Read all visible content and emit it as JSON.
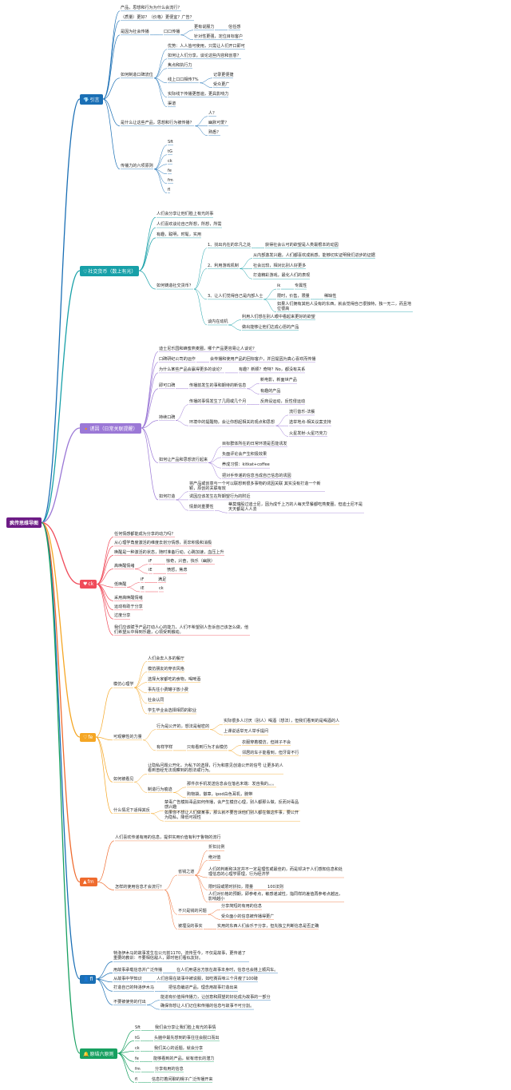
{
  "root": "疯传思维导图",
  "branches": [
    {
      "id": "b1",
      "icon": "gem-icon",
      "glyph": "💎",
      "label": "引言",
      "color": "#1a6fb5",
      "children": [
        {
          "text": "产品，思想和行为为什么会流行？"
        },
        {
          "text": "（质量）更好？（价格）更便宜？广告？"
        },
        {
          "text": "是因为社会传播",
          "children": [
            {
              "text": "口口传播",
              "children": [
                {
                  "text": "更有说服力",
                  "children": [
                    {
                      "text": "信任感"
                    }
                  ]
                },
                {
                  "text": "针对性更强，定位目标客户"
                }
              ]
            }
          ]
        },
        {
          "text": "如何制造口碑流位",
          "children": [
            {
              "text": "优势：人人皆可使用，只需让人们开口即可"
            },
            {
              "text": "如何让人们分享，谈论这些内容和创意？"
            },
            {
              "text": "焦点和执行力"
            },
            {
              "text": "线上口口相传7%",
              "children": [
                {
                  "text": "记录更便捷"
                },
                {
                  "text": "受众更广"
                }
              ]
            },
            {
              "text": "实际线下传播更普遍，更具影响力"
            },
            {
              "text": "渠道"
            }
          ]
        },
        {
          "text": "是什么让这些产品，思想和行为被传播？",
          "children": [
            {
              "text": "人？"
            },
            {
              "text": "幽默可爱？"
            },
            {
              "text": "熟悉？"
            }
          ]
        },
        {
          "text": "传播力的六项原则",
          "children": [
            {
              "text": "Sft"
            },
            {
              "text": "tG"
            },
            {
              "text": "ck"
            },
            {
              "text": "fe"
            },
            {
              "text": "fm"
            },
            {
              "text": "fl"
            }
          ]
        }
      ]
    },
    {
      "id": "b2",
      "icon": "heart-icon",
      "glyph": "♡",
      "label": "社交货币（数上有光）",
      "color": "#17a0a8",
      "children": [
        {
          "text": "人们会分享让他们脸上有光的事"
        },
        {
          "text": "人们喜欢谈论自己所想，所想，所需"
        },
        {
          "text": "有趣，聪明，时髦，实用"
        },
        {
          "text": "如何铸造社交货币？",
          "children": [
            {
              "text": "1、找出内在的非凡之处",
              "children": [
                {
                  "text": "获得社会认可的欲望是人类最根本的动因"
                }
              ]
            },
            {
              "text": "2、利用游戏机制",
              "children": [
                {
                  "text": "从内部激发兴趣，人们都喜欢成就感，能够切实证明我们进步的证据"
                },
                {
                  "text": "社会比较，相对比别人好更多"
                },
                {
                  "text": "打造精彩游戏，最化人们的表现"
                }
              ]
            },
            {
              "text": "3、让人们觉得自己是内部人士",
              "children": [
                {
                  "text": "ik",
                  "children": [
                    {
                      "text": "专属性"
                    }
                  ]
                },
                {
                  "text": "限时，价售，限量",
                  "children": [
                    {
                      "text": "稀缺性"
                    }
                  ]
                },
                {
                  "text": "如果人们拥有其他人没有的东西，就会觉得自己很独特，独一无二，而且地位很高"
                }
              ]
            },
            {
              "text": "谈内在动机",
              "children": [
                {
                  "text": "利用人们想在别人眼中看起来更好的欲望"
                },
                {
                  "text": "做出能够让他们达成心愿的产品"
                }
              ]
            }
          ]
        }
      ]
    },
    {
      "id": "b3",
      "icon": "trigger-icon",
      "glyph": "🔸",
      "label": "诱因（日常关联提醒）",
      "color": "#9b78d6",
      "children": [
        {
          "text": "迪士尼乐园和蜂蜜燕麦圈，哪个产品更容易让人谈论？"
        },
        {
          "text": "口碑研纪公司的运作",
          "children": [
            {
              "text": "会传播和使用产品的回标客户，并且提因为真心喜欢而传播"
            }
          ]
        },
        {
          "text": "为什么某些产品会赢得更多的谈论？",
          "children": [
            {
              "text": "有趣？新颖？奇特？No，都没有关系"
            }
          ]
        },
        {
          "text": "即可口碑",
          "children": [
            {
              "text": "传播前发生的事和期待的新信息",
              "children": [
                {
                  "text": "新电影，新面世产品"
                },
                {
                  "text": "有趣的产品"
                }
              ]
            }
          ]
        },
        {
          "text": "持续口碑",
          "children": [
            {
              "text": "传播的事情发生了几周或几个月",
              "children": [
                {
                  "text": "反商设运动，反性侵运动"
                }
              ]
            },
            {
              "text": "环境中的提醒物，会让你想起相关的观点和思想",
              "children": [
                {
                  "text": "流行音乐-法餐"
                },
                {
                  "text": "选举地点-相关议案支持"
                },
                {
                  "text": "火星发射-火星巧克力"
                }
              ]
            }
          ]
        },
        {
          "text": "如何让产品和思想流行起来",
          "children": [
            {
              "text": "目标群体所在的日常环境是否能诱发"
            },
            {
              "text": "负面评论会产生积极效果"
            },
            {
              "text": "养成习惯：kitkat+coffee"
            },
            {
              "text": "把对手传递的信息当成自己信息的诱因"
            }
          ]
        },
        {
          "text": "如何打造",
          "children": [
            {
              "text": "将产品或创意与一个可以联想到很多事物的诱因关联 其实没有打造一个新颖，原创的关联有效"
            },
            {
              "text": "诱因应该发生在所期望行为的附近"
            },
            {
              "text": "情景的重要性",
              "children": [
                {
                  "text": "蒂莫瑞股过迪士尼，因为成千上万的人每天早餐都吃燕麦圈，但迪士尼不是天天都是人人去"
                }
              ]
            }
          ]
        }
      ]
    },
    {
      "id": "b4",
      "icon": "heart-icon",
      "glyph": "♥",
      "label": "ck",
      "color": "#f04b5a",
      "children": [
        {
          "text": "任何情感都能成为分享的动力吗？"
        },
        {
          "text": "从心理学角度激活的维度去划分情感，而非积极和消极"
        },
        {
          "text": "唤醒是一种激活的状态，随时准备行动，心跳加速，血压上升"
        },
        {
          "text": "高唤醒情绪",
          "children": [
            {
              "text": "iF",
              "children": [
                {
                  "text": "惊奇，兴奋，快乐（幽默）"
                }
              ]
            },
            {
              "text": "iE",
              "children": [
                {
                  "text": "愤怒，焦虑"
                }
              ]
            }
          ]
        },
        {
          "text": "低唤醒",
          "children": [
            {
              "text": "iF",
              "children": [
                {
                  "text": "满足"
                }
              ]
            },
            {
              "text": "iE",
              "children": [
                {
                  "text": "ck"
                }
              ]
            }
          ]
        },
        {
          "text": "采用高唤醒情绪"
        },
        {
          "text": "运动有助于分享"
        },
        {
          "text": "过度分享"
        },
        {
          "text": "我们应该赋予产品打动人心的能力，人们不希望别人告诉自己该怎么做，他们希望从中得到乐趣，心领受到触动。"
        }
      ]
    },
    {
      "id": "b5",
      "icon": "heart-icon",
      "glyph": "♡",
      "label": "fe",
      "color": "#f5a623",
      "children": [
        {
          "text": "模仿心理学",
          "children": [
            {
              "text": "人们会去人多的餐厅"
            },
            {
              "text": "模仿朋友的穿衣风格"
            },
            {
              "text": "选择大家都吃的食物，喝啤酒"
            },
            {
              "text": "事先往小费罐子放小费"
            },
            {
              "text": "社会认同"
            },
            {
              "text": "学生毕业会选择相同的职业"
            }
          ]
        },
        {
          "text": "可观察性的力量",
          "children": [
            {
              "text": "行为是公开的，想法是秘密的",
              "children": [
                {
                  "text": "实际很多人讨厌（别人）喝酒（想法），但我们看到的是喝酒的人"
                },
                {
                  "text": "上课说话举无人举手提问"
                }
              ]
            },
            {
              "text": "有样学样",
              "children": [
                {
                  "text": "只有看到行为才会模仿",
                  "children": [
                    {
                      "text": "衣服穿着模仿，但袜子不会"
                    },
                    {
                      "text": "邻居的车子能看到，但牙膏不行"
                    }
                  ]
                }
              ]
            }
          ]
        },
        {
          "text": "如何被看见",
          "children": [
            {
              "text": "让隐私问题公开化，为私下的选择，行为和意见创造公开的信号 让更多的人看到曾经无法观察到的想法或行为。"
            },
            {
              "text": "制造行为痕迹",
              "children": [
                {
                  "text": "那件衣手机发送信息会在落名末端：发自我的。。。"
                },
                {
                  "text": "购物袋，徽章，ipod白色耳机，腕带"
                }
              ]
            }
          ]
        },
        {
          "text": "什么情况下适得其反",
          "children": [
            {
              "text": "禁毒广告模拟毒品如何传播，会产生模仿心理，别人都那么做，反而对毒品感兴趣"
            },
            {
              "text": "如果你不想让人们做某事，那么就不要告诉他们别人都在做这件事，要公开为隐私，降低可视性"
            }
          ]
        }
      ]
    },
    {
      "id": "b6",
      "icon": "triangle-icon",
      "glyph": "▲",
      "label": "fm",
      "color": "#ef6b2e",
      "children": [
        {
          "text": "人们喜欢传递有用的信息，提供实用价值有利于鲁物的流行"
        },
        {
          "text": "怎样的使用信息才会流行？",
          "children": [
            {
              "text": "省钱之道",
              "children": [
                {
                  "text": "折扣比例"
                },
                {
                  "text": "绝对值"
                },
                {
                  "text": "人们的判断和决定并不一定是理性或最佳的，而是却决于人们感知信息和处理信息的心理学原理，行为经济学"
                },
                {
                  "text": "限时段或限时折扣，限量",
                  "children": [
                    {
                      "text": "100法则"
                    }
                  ]
                },
                {
                  "text": "人们对价格的预期，即参考点，敏感递减性，指同样的差值再参考点越远，影响越小"
                }
              ]
            },
            {
              "text": "不只是钱的问题",
              "children": [
                {
                  "text": "分享简短的有用的信息"
                },
                {
                  "text": "受众面小的信息被传播得更广"
                }
              ]
            },
            {
              "text": "被埋没的事实",
              "children": [
                {
                  "text": "实用的东西人们会乐于分享，但先独立判断信息是否正确"
                }
              ]
            }
          ]
        }
      ]
    },
    {
      "id": "b7",
      "icon": "person-icon",
      "glyph": "👤",
      "label": "fl",
      "color": "#1a6fb5",
      "children": [
        {
          "text": "特洛伊木马的故事发生在公元前1170，流传至今，不仅是故事，更传递了重要的教训：不要相信敌人，即时他们看似友好。"
        },
        {
          "text": "用故事承载信息并广泛传播",
          "children": [
            {
              "text": "在人们用语言方放在故事本身时，信息也会搭上顺风车。"
            }
          ]
        },
        {
          "text": "从故事中学知识",
          "children": [
            {
              "text": "人们容易在故事中被说服，如吃赛百味三个月瘦了100磅"
            }
          ]
        },
        {
          "text": "打造自己的特洛伊木马",
          "children": [
            {
              "text": "把信息编进产品，理念用故事打造出来"
            }
          ]
        },
        {
          "text": "不要被使劳的付出",
          "children": [
            {
              "text": "能进有价值得传播力，让创意和顾望的好处成为故事的一部分"
            },
            {
              "text": "确保你想让人们记住和传播的信息与故事不可分割。"
            }
          ]
        }
      ]
    },
    {
      "id": "b8",
      "icon": "bell-icon",
      "glyph": "🔔",
      "label": "原结六原则",
      "color": "#17a060",
      "children": [
        {
          "text": "Sft",
          "children": [
            {
              "text": "我们会分享让我们脸上有光的事情"
            }
          ]
        },
        {
          "text": "tG",
          "children": [
            {
              "text": "头脑中最先想到的事往往会脱口而出"
            }
          ]
        },
        {
          "text": "ck",
          "children": [
            {
              "text": "我们关心的话题，就会分享"
            }
          ]
        },
        {
          "text": "fe",
          "children": [
            {
              "text": "能够看到的产品，就有增长的潜力"
            }
          ]
        },
        {
          "text": "fm",
          "children": [
            {
              "text": "分享有用的信息"
            }
          ]
        },
        {
          "text": "fl",
          "children": [
            {
              "text": "信息打着闲聊的幌子广泛传播开来"
            }
          ]
        }
      ]
    }
  ]
}
